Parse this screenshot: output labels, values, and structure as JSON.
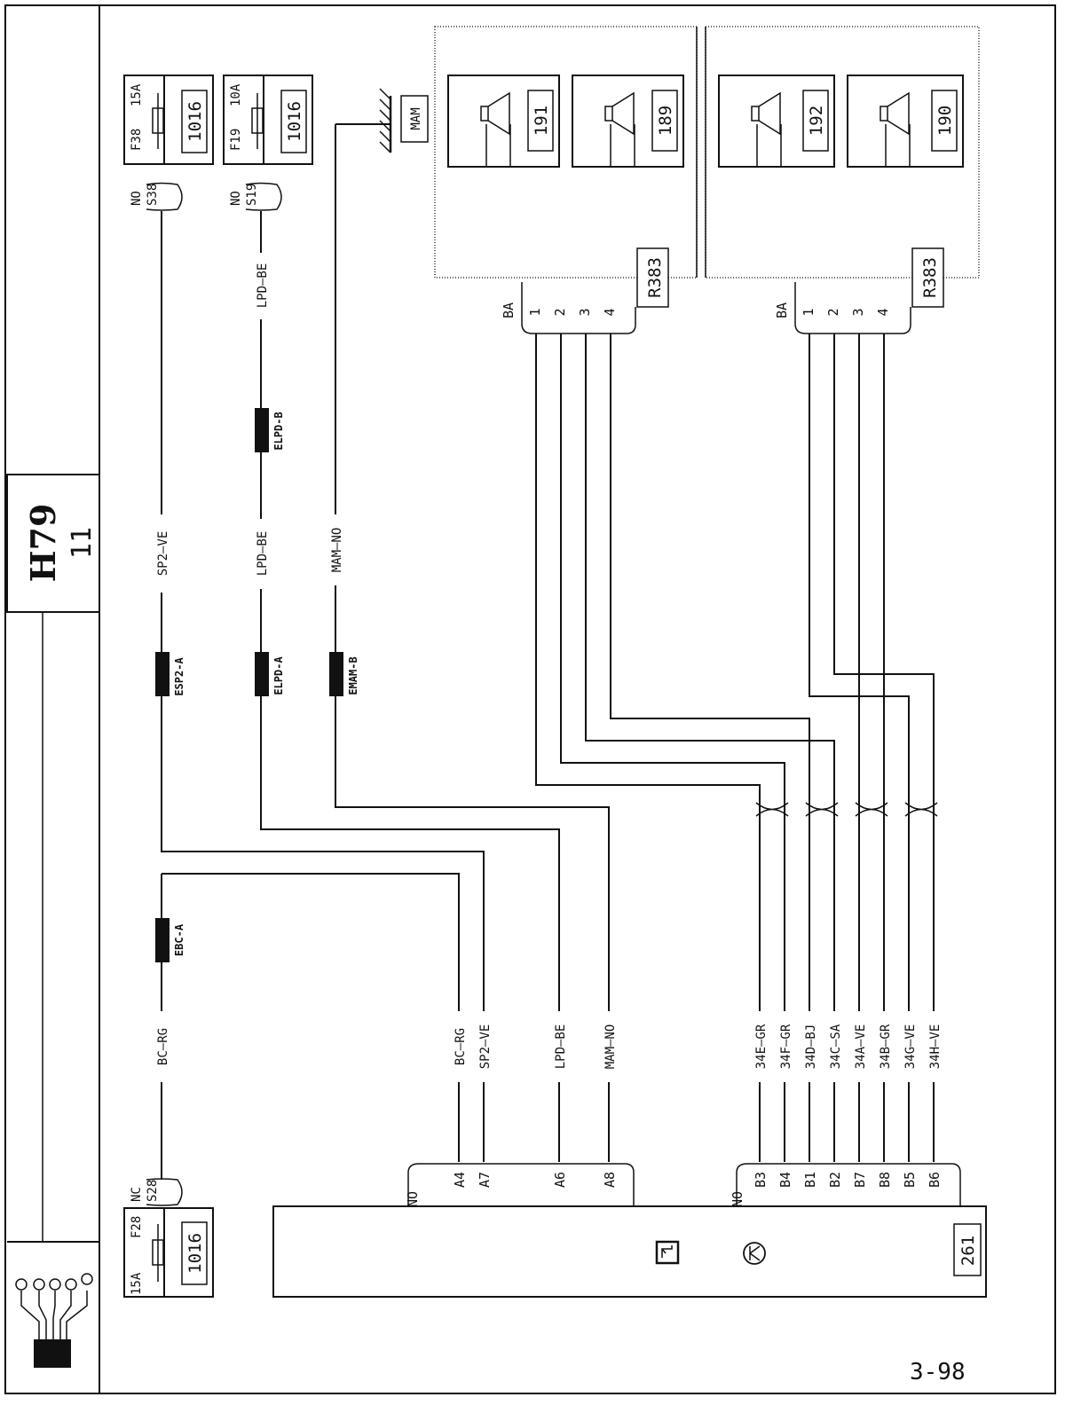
{
  "diagram": {
    "title": "H79",
    "sheet": "11",
    "page_ref": "3-98",
    "fuses": [
      {
        "id": "F38",
        "rating": "15A",
        "box": "1016",
        "wire": "NO",
        "splice": "S38"
      },
      {
        "id": "F19",
        "rating": "10A",
        "box": "1016",
        "wire": "NO",
        "splice": "S19"
      },
      {
        "id": "F28",
        "rating": "15A",
        "box": "1016",
        "wire": "NC",
        "splice": "S28"
      }
    ],
    "wire_labels": {
      "sp2_top": "SP2—VE",
      "lpd_top": "LPD—BE",
      "lpd_mid": "LPD—BE",
      "mam_mid": "MAM—NO",
      "bc_left": "BC—RG"
    },
    "connectors": [
      {
        "name": "ELPD-B"
      },
      {
        "name": "ESP2-A"
      },
      {
        "name": "ELPD-A"
      },
      {
        "name": "EMAM-B"
      },
      {
        "name": "EBC-A"
      }
    ],
    "ground": {
      "label": "MAM"
    },
    "speakers": [
      {
        "id": "191"
      },
      {
        "id": "189"
      },
      {
        "id": "192"
      },
      {
        "id": "190"
      }
    ],
    "plug_boxes": [
      {
        "ref": "R383",
        "wire": "BA",
        "pins": [
          "1",
          "2",
          "3",
          "4"
        ]
      },
      {
        "ref": "R383",
        "wire": "BA",
        "pins": [
          "1",
          "2",
          "3",
          "4"
        ]
      }
    ],
    "radio": {
      "id": "261",
      "group_a": {
        "wire": "NO",
        "pins": [
          "A4",
          "A7",
          "A6",
          "A8"
        ],
        "labels": [
          "BC—RG",
          "SP2—VE",
          "LPD—BE",
          "MAM—NO"
        ]
      },
      "group_b": {
        "wire": "NO",
        "pins": [
          "B3",
          "B4",
          "B1",
          "B2",
          "B7",
          "B8",
          "B5",
          "B6"
        ],
        "labels": [
          "34E—GR",
          "34F—GR",
          "34D—BJ",
          "34C—SA",
          "34A—VE",
          "34B—GR",
          "34G—VE",
          "34H—VE"
        ]
      }
    }
  }
}
